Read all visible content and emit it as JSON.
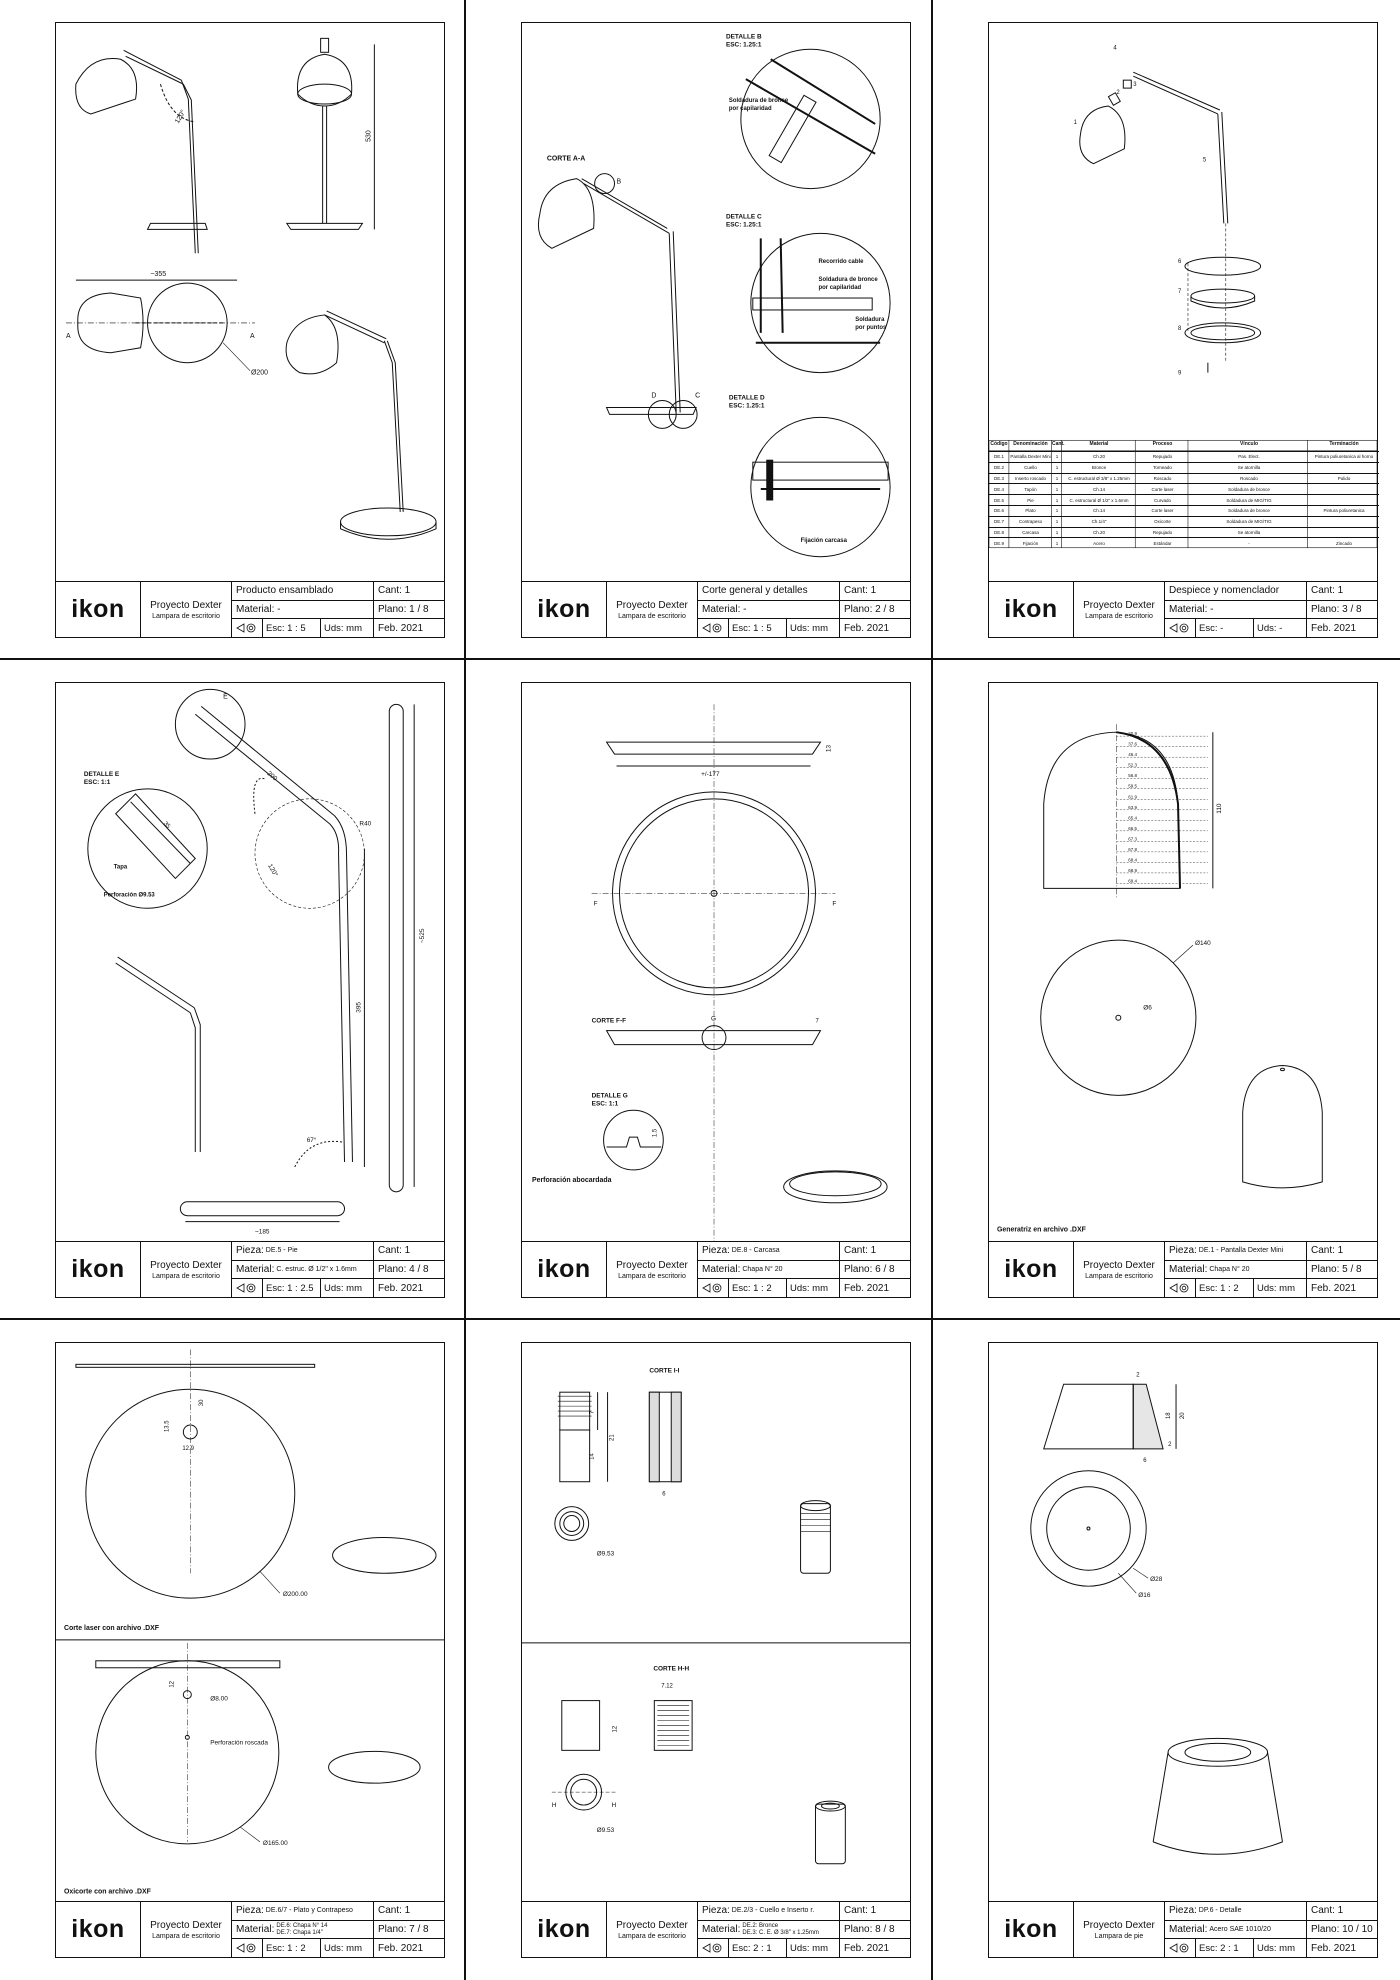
{
  "sheets": [
    {
      "logo": "ikon",
      "project": "Proyecto Dexter",
      "subtitle": "Lampara de escritorio",
      "title": "Producto ensamblado",
      "material_label": "Material:",
      "material": "-",
      "cant": "Cant: 1",
      "plano": "Plano: 1 / 8",
      "esc": "Esc: 1 : 5",
      "uds": "Uds: mm",
      "date": "Feb. 2021",
      "labels": {
        "angle": "120°",
        "height": "530",
        "width": "~355",
        "dia": "Ø200",
        "a1": "A",
        "a2": "A"
      }
    },
    {
      "logo": "ikon",
      "project": "Proyecto Dexter",
      "subtitle": "Lampara de escritorio",
      "title": "Corte general y detalles",
      "material_label": "Material:",
      "material": "-",
      "cant": "Cant: 1",
      "plano": "Plano: 2 / 8",
      "esc": "Esc: 1 : 5",
      "uds": "Uds: mm",
      "date": "Feb. 2021",
      "labels": {
        "corte": "CORTE A-A",
        "det_b": "DETALLE B",
        "det_b_esc": "ESC: 1.25:1",
        "det_c": "DETALLE C",
        "det_c_esc": "ESC: 1.25:1",
        "det_d": "DETALLE D",
        "det_d_esc": "ESC: 1.25:1",
        "sold1": "Soldadura de bronce",
        "sold1b": "por capilaridad",
        "recorrido": "Recorrido cable",
        "sold2": "Soldadura de bronce",
        "sold2b": "por capilaridad",
        "sold3": "Soldadura",
        "sold3b": "por puntos",
        "fij": "Fijación carcasa",
        "b": "B",
        "c": "C",
        "d": "D"
      }
    },
    {
      "logo": "ikon",
      "project": "Proyecto Dexter",
      "subtitle": "Lampara de escritorio",
      "title": "Despiece y nomenclador",
      "material_label": "Material:",
      "material": "-",
      "cant": "Cant: 1",
      "plano": "Plano: 3 / 8",
      "esc": "Esc: -",
      "uds": "Uds: -",
      "date": "Feb. 2021",
      "table": {
        "headers": [
          "Código",
          "Denominación",
          "Cant.",
          "Material",
          "Proceso",
          "Vínculo",
          "Terminación"
        ],
        "rows": [
          [
            "DE.1",
            "Pantalla Dexter Mini",
            "1",
            "Ch.20",
            "Repujado",
            "Pas. Elect.",
            "Pintura poliuretanica al horno"
          ],
          [
            "DE.2",
            "Cuello",
            "1",
            "Bronce",
            "Torneado",
            "Se atornilla",
            ""
          ],
          [
            "DE.3",
            "Inserto roscado",
            "1",
            "C. estructural Ø 3/8\" x 1.25mm",
            "Roscado",
            "Roscado",
            "Pulido"
          ],
          [
            "DE.4",
            "Tapón",
            "1",
            "Ch.14",
            "Corte laser",
            "Soldadura de bronce",
            ""
          ],
          [
            "DE.5",
            "Pie",
            "1",
            "C. estructural Ø 1/2\" x 1.6mm",
            "Curvado",
            "Soldadura de MIG/TIG",
            ""
          ],
          [
            "DE.6",
            "Plato",
            "1",
            "Ch.14",
            "Corte laser",
            "Soldadura de bronce",
            "Pintura poliuretanica"
          ],
          [
            "DE.7",
            "Contrapeso",
            "1",
            "Ch.1/4\"",
            "Oxicorte",
            "Soldadura de MIG/TIG",
            ""
          ],
          [
            "DE.8",
            "Carcasa",
            "1",
            "Ch.20",
            "Repujado",
            "Se atornilla",
            ""
          ],
          [
            "DE.9",
            "Fijación",
            "1",
            "Acero",
            "Estándar",
            "-",
            "Zincado"
          ]
        ]
      },
      "labels": {
        "n1": "1",
        "n2": "2",
        "n3": "3",
        "n4": "4",
        "n5": "5",
        "n6": "6",
        "n7": "7",
        "n8": "8",
        "n9": "9"
      }
    },
    {
      "logo": "ikon",
      "project": "Proyecto Dexter",
      "subtitle": "Lampara de escritorio",
      "title_label": "Pieza:",
      "title": "DE.5 - Pie",
      "material_label": "Material:",
      "material": "C. estruc. Ø 1/2\" x 1.6mm",
      "cant": "Cant: 1",
      "plano": "Plano: 4 / 8",
      "esc": "Esc: 1 : 2.5",
      "uds": "Uds: mm",
      "date": "Feb. 2021",
      "labels": {
        "e": "E",
        "det_e": "DETALLE E",
        "det_e_esc": "ESC: 1:1",
        "tapa": "Tapa",
        "perf": "Perforación Ø9.53",
        "d200": "200",
        "r40": "R40",
        "a120": "120°",
        "d395": "395",
        "d525": "~525",
        "a67": "67°",
        "d185": "~185",
        "d35": "35"
      }
    },
    {
      "logo": "ikon",
      "project": "Proyecto Dexter",
      "subtitle": "Lampara de escritorio",
      "title_label": "Pieza:",
      "title": "DE.8 - Carcasa",
      "material_label": "Material:",
      "material": "Chapa N° 20",
      "cant": "Cant: 1",
      "plano": "Plano: 6 / 8",
      "esc": "Esc: 1 : 2",
      "uds": "Uds: mm",
      "date": "Feb. 2021",
      "labels": {
        "d177": "+/-177",
        "d13": "13",
        "f1": "F",
        "f2": "F",
        "corte": "CORTE F-F",
        "g": "G",
        "det_g": "DETALLE G",
        "det_g_esc": "ESC: 1:1",
        "perf": "Perforación abocardada",
        "d15": "1.5",
        "d7": "7"
      }
    },
    {
      "logo": "ikon",
      "project": "Proyecto Dexter",
      "subtitle": "Lampara de escritorio",
      "title_label": "Pieza:",
      "title": "DE.1 - Pantalla Dexter Mini",
      "material_label": "Material:",
      "material": "Chapa N° 20",
      "cant": "Cant: 1",
      "plano": "Plano: 5 / 8",
      "esc": "Esc: 1 : 2",
      "uds": "Uds: mm",
      "date": "Feb. 2021",
      "profile": [
        "20.9",
        "37.6",
        "46.4",
        "52.3",
        "56.8",
        "59.5",
        "61.9",
        "63.9",
        "65.4",
        "66.5",
        "67.3",
        "67.8",
        "68.4",
        "68.9",
        "69.4"
      ],
      "labels": {
        "d140": "Ø140",
        "d6": "Ø6",
        "height": "110",
        "gen": "Generatriz en archivo .DXF"
      }
    },
    {
      "logo": "ikon",
      "project": "Proyecto Dexter",
      "subtitle": "Lampara de escritorio",
      "title_label": "Pieza:",
      "title": "DE.6/7 - Plato y Contrapeso",
      "material_label": "Material:",
      "material": "DE.6: Chapa N° 14",
      "material2": "DE.7: Chapa 1/4\"",
      "cant": "Cant: 1",
      "plano": "Plano: 7 / 8",
      "esc": "Esc: 1 : 2",
      "uds": "Uds: mm",
      "date": "Feb. 2021",
      "labels": {
        "d30": "30",
        "d135": "13.5",
        "d129": "12.9",
        "d200": "Ø200.00",
        "laser": "Corte laser con archivo .DXF",
        "d8": "Ø8.00",
        "d12": "12",
        "rosc": "Perforación roscada",
        "d165": "Ø165.00",
        "oxi": "Oxicorte con archivo .DXF"
      }
    },
    {
      "logo": "ikon",
      "project": "Proyecto Dexter",
      "subtitle": "Lampara de escritorio",
      "title_label": "Pieza:",
      "title": "DE.2/3 - Cuello e Inserto r.",
      "material_label": "Material:",
      "material": "DE.2: Bronce",
      "material2": "DE.3: C. E. Ø 3/8\" x 1.25mm",
      "cant": "Cant: 1",
      "plano": "Plano: 8 / 8",
      "esc": "Esc: 2 : 1",
      "uds": "Uds: mm",
      "date": "Feb. 2021",
      "labels": {
        "corte_i": "CORTE I-I",
        "d7": "7",
        "d21": "21",
        "d14": "14",
        "d6": "6",
        "d953": "Ø9.53",
        "corte_h": "CORTE H-H",
        "d712": "7.12",
        "d12": "12",
        "h1": "H",
        "h2": "H",
        "d953b": "Ø9.53"
      }
    },
    {
      "logo": "ikon",
      "project": "Proyecto Dexter",
      "subtitle": "Lampara de pie",
      "title_label": "Pieza:",
      "title": "DP.6 - Detalle",
      "material_label": "Material:",
      "material": "Acero SAE 1010/20",
      "cant": "Cant: 1",
      "plano": "Plano: 10 / 10",
      "esc": "Esc: 2 : 1",
      "uds": "Uds: mm",
      "date": "Feb. 2021",
      "labels": {
        "d2": "2",
        "d18": "18",
        "d20": "20",
        "d2b": "2",
        "d6": "6",
        "d28": "Ø28",
        "d16": "Ø16"
      }
    }
  ]
}
